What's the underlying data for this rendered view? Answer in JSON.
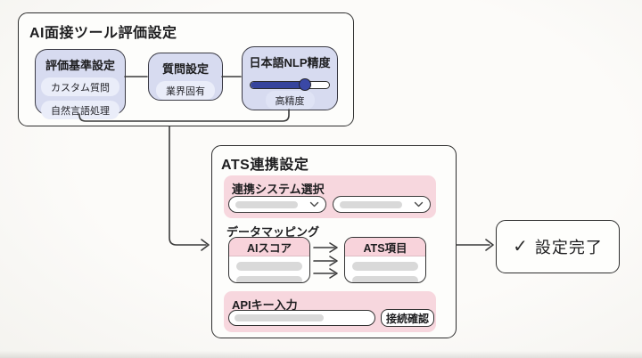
{
  "diagram": {
    "eval": {
      "title": "AI面接ツール評価設定",
      "criteria": {
        "title": "評価基準設定",
        "pills": [
          "カスタム質問",
          "自然言語処理"
        ]
      },
      "question": {
        "title": "質問設定",
        "pills": [
          "業界固有"
        ]
      },
      "nlp": {
        "title": "日本語NLP精度",
        "slider_percent": 69,
        "pill": "高精度"
      }
    },
    "ats": {
      "title": "ATS連携設定",
      "system_select": {
        "label": "連携システム選択"
      },
      "mapping": {
        "label": "データマッピング",
        "source": "AIスコア",
        "target": "ATS項目"
      },
      "api": {
        "label": "APIキー入力",
        "button": "接続確認"
      }
    },
    "complete": {
      "check": "✓",
      "label": "設定完了"
    }
  },
  "colors": {
    "node_lavender": "#d7dbf0",
    "pill_lavender": "#eaedf9",
    "section_pink": "#f7d7de",
    "header_pink": "#f8d3db",
    "slider_navy": "#36449c",
    "placeholder_gray": "#d9d9d9",
    "line": "#3a3a3a"
  }
}
